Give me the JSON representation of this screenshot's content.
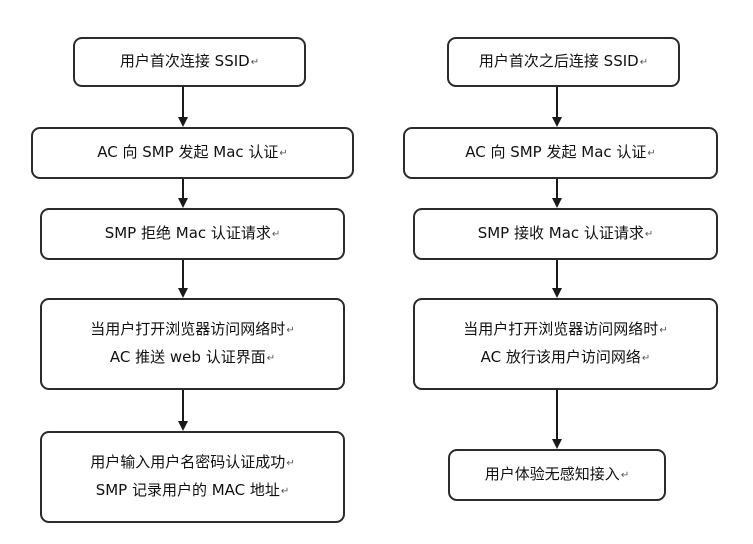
{
  "left_flow": {
    "step1": {
      "lines": [
        "用户首次连接 SSID"
      ]
    },
    "step2": {
      "lines": [
        "AC 向 SMP 发起 Mac 认证"
      ]
    },
    "step3": {
      "lines": [
        "SMP 拒绝 Mac 认证请求"
      ]
    },
    "step4": {
      "lines": [
        "当用户打开浏览器访问网络时",
        "AC 推送 web 认证界面"
      ]
    },
    "step5": {
      "lines": [
        "用户输入用户名密码认证成功",
        "SMP 记录用户的 MAC 地址"
      ]
    }
  },
  "right_flow": {
    "step1": {
      "lines": [
        "用户首次之后连接 SSID"
      ]
    },
    "step2": {
      "lines": [
        "AC 向 SMP 发起 Mac 认证"
      ]
    },
    "step3": {
      "lines": [
        "SMP 接收 Mac 认证请求"
      ]
    },
    "step4": {
      "lines": [
        "当用户打开浏览器访问网络时",
        "AC 放行该用户访问网络"
      ]
    },
    "step5": {
      "lines": [
        "用户体验无感知接入"
      ]
    }
  },
  "paragraph_mark": "↵",
  "colors": {
    "border": "#2b2b2b",
    "arrow": "#1a1a1a",
    "background": "#ffffff"
  }
}
